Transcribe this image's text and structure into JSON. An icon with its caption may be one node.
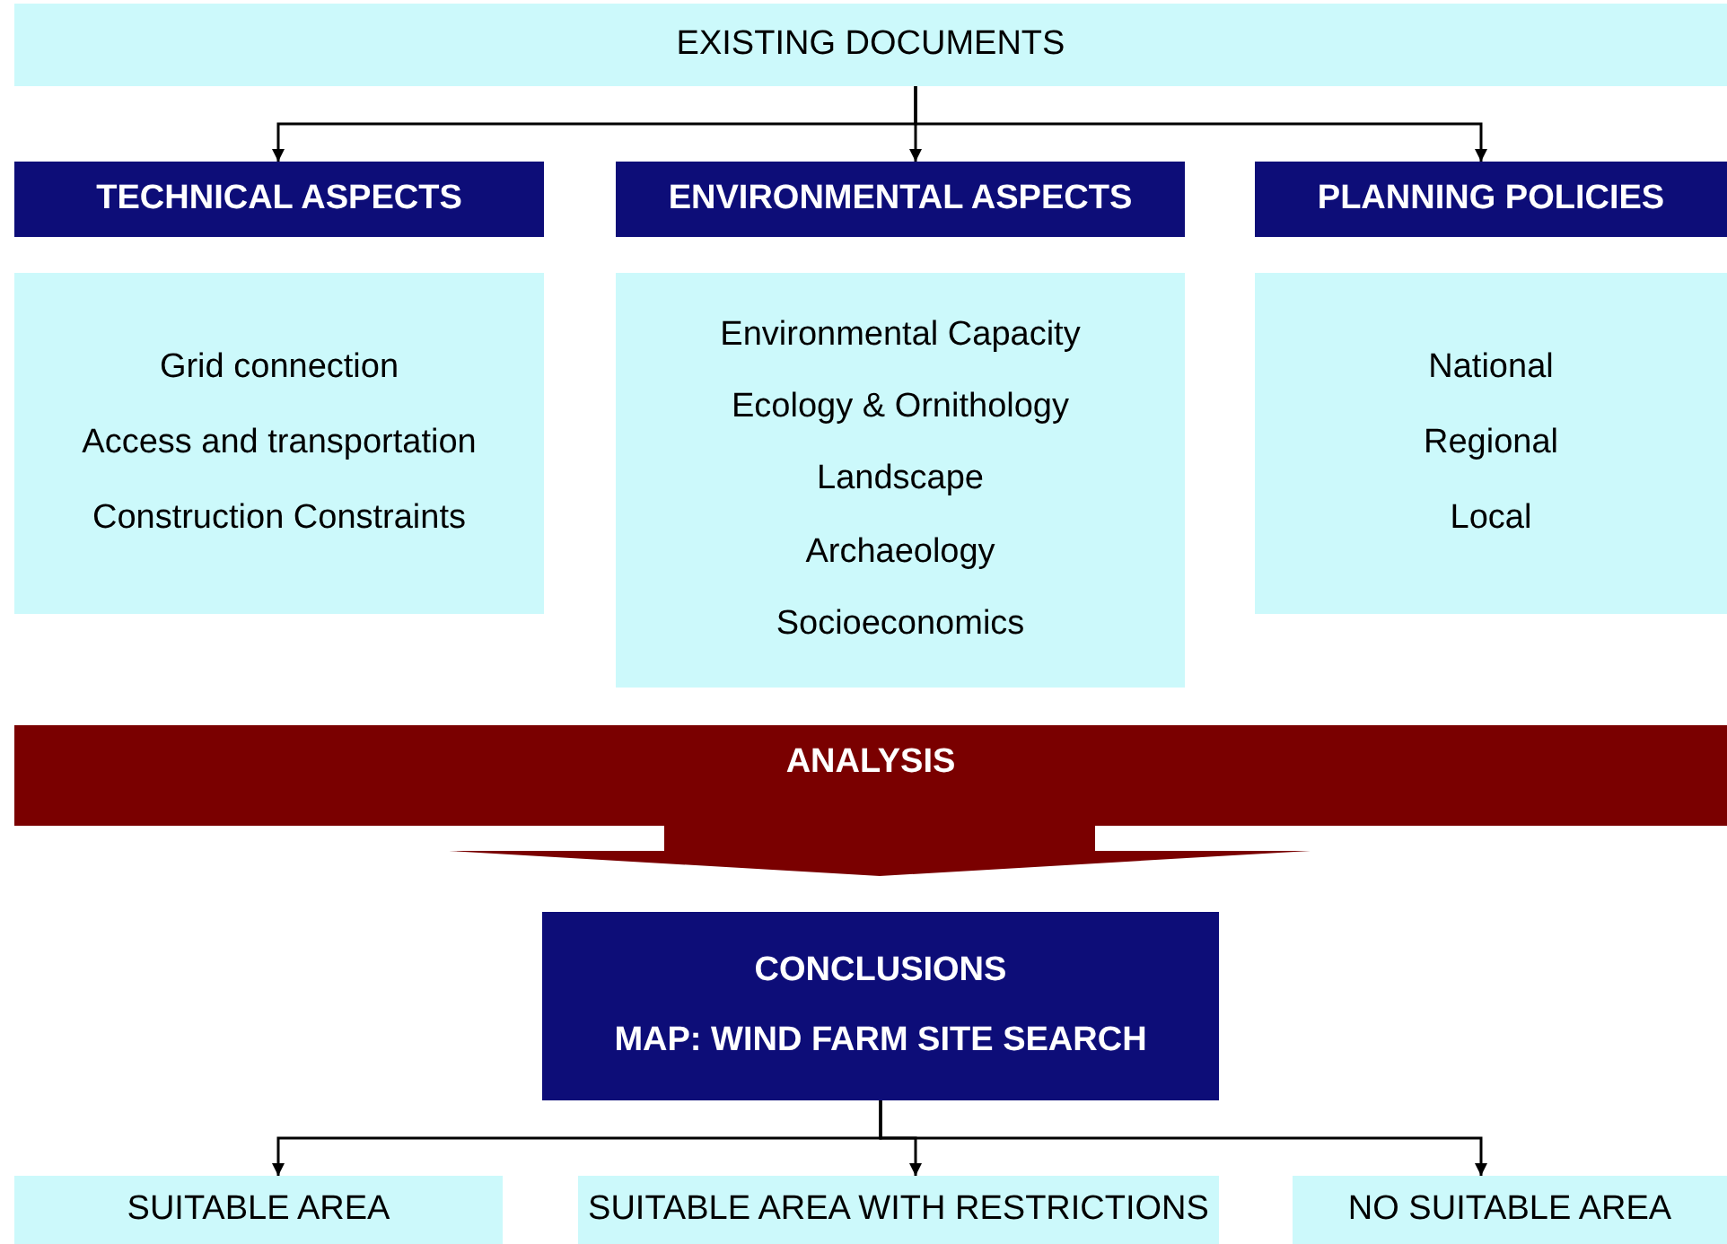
{
  "diagram": {
    "nodes": [
      {
        "text": [
          "EXISTING DOCUMENTS"
        ]
      },
      {
        "text": [
          "TECHNICAL ASPECTS"
        ]
      },
      {
        "text": [
          "ENVIRONMENTAL ASPECTS"
        ]
      },
      {
        "text": [
          "PLANNING POLICIES"
        ]
      },
      {
        "text": [
          "Grid connection",
          "Access and transportation",
          "Construction Constraints"
        ]
      },
      {
        "text": [
          "Environmental Capacity",
          "Ecology & Ornithology",
          "Landscape",
          "Archaeology",
          "Socioeconomics"
        ]
      },
      {
        "text": [
          "National",
          "Regional",
          "Local"
        ]
      },
      {
        "text": [
          "ANALYSIS"
        ]
      },
      {
        "text": [
          "CONCLUSIONS",
          "MAP: WIND FARM SITE SEARCH"
        ]
      },
      {
        "text": [
          "SUITABLE AREA"
        ]
      },
      {
        "text": [
          "SUITABLE AREA WITH RESTRICTIONS"
        ]
      },
      {
        "text": [
          "NO SUITABLE AREA"
        ]
      }
    ],
    "edges": [
      {
        "from": 0,
        "to": 1,
        "arrow": "to"
      },
      {
        "from": 0,
        "to": 2,
        "arrow": "to"
      },
      {
        "from": 0,
        "to": 3,
        "arrow": "to"
      },
      {
        "from": 8,
        "to": 9,
        "arrow": "to"
      },
      {
        "from": 8,
        "to": 10,
        "arrow": "to"
      },
      {
        "from": 8,
        "to": 11,
        "arrow": "to"
      }
    ]
  }
}
